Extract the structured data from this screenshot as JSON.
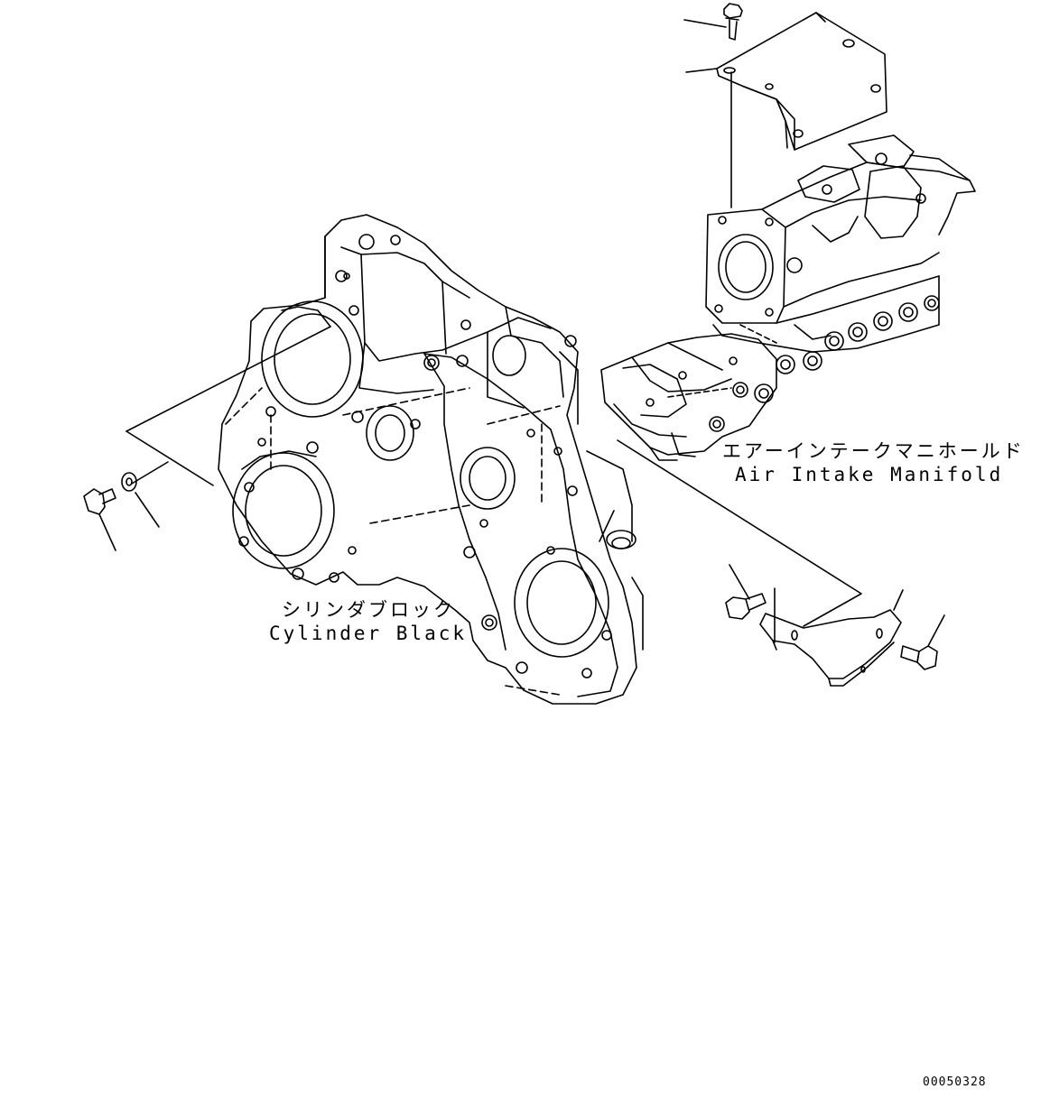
{
  "labels": {
    "cylinder_block_jp": "シリンダブロック",
    "cylinder_block_en": "Cylinder Black",
    "air_intake_manifold_jp": "エアーインテークマニホールド",
    "air_intake_manifold_en": "Air Intake Manifold"
  },
  "document_number": "00050328",
  "colors": {
    "line": "#000000",
    "background": "#ffffff"
  }
}
